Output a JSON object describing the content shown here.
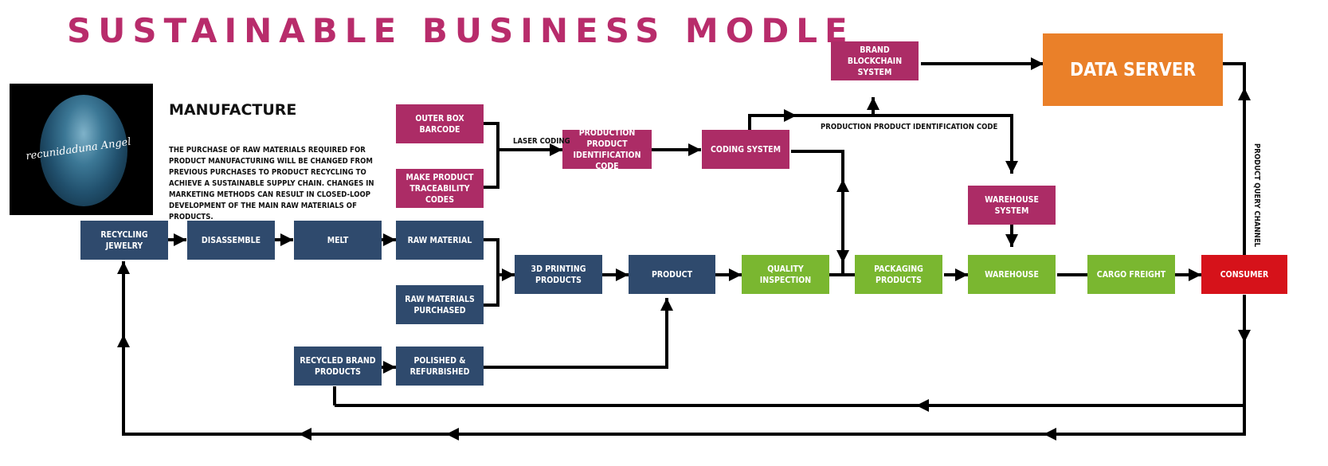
{
  "title": "SUSTAINABLE BUSINESS MODLE",
  "colors": {
    "title": "#b82c6b",
    "navy": "#2f4a6d",
    "magenta": "#ac2c66",
    "green": "#7ab730",
    "red": "#d6121a",
    "orange": "#ea8029"
  },
  "logo": {
    "script_text": "recunidaduna Angel"
  },
  "section": {
    "title": "MANUFACTURE",
    "description": "THE PURCHASE OF RAW MATERIALS REQUIRED FOR PRODUCT MANUFACTURING WILL BE CHANGED FROM PREVIOUS PURCHASES TO PRODUCT RECYCLING TO ACHIEVE A SUSTAINABLE SUPPLY CHAIN. CHANGES IN MARKETING METHODS CAN RESULT IN CLOSED-LOOP DEVELOPMENT OF THE MAIN RAW MATERIALS OF PRODUCTS."
  },
  "nodes": {
    "recycling_jewelry": "RECYCLING JEWELRY",
    "disassemble": "DISASSEMBLE",
    "melt": "MELT",
    "raw_material": "RAW MATERIAL",
    "raw_materials_purchased": "RAW MATERIALS PURCHASED",
    "printing_3d": "3D PRINTING PRODUCTS",
    "product": "PRODUCT",
    "recycled_brand_products": "RECYCLED BRAND PRODUCTS",
    "polished_refurbished": "POLISHED & REFURBISHED",
    "outer_box_barcode": "OUTER BOX BARCODE",
    "make_traceability_codes": "MAKE PRODUCT TRACEABILITY CODES",
    "production_id_code": "PRODUCTION PRODUCT IDENTIFICATION CODE",
    "coding_system": "CODING SYSTEM",
    "brand_blockchain": "BRAND BLOCKCHAIN SYSTEM",
    "data_server": "DATA SERVER",
    "warehouse_system": "WAREHOUSE SYSTEM",
    "quality_inspection": "QUALITY INSPECTION",
    "packaging_products": "PACKAGING PRODUCTS",
    "warehouse": "WAREHOUSE",
    "cargo_freight": "CARGO FREIGHT",
    "consumer": "CONSUMER"
  },
  "edge_labels": {
    "laser_coding": "LASER CODING",
    "production_id_code": "PRODUCTION PRODUCT IDENTIFICATION CODE",
    "product_query_channel": "PRODUCT QUERY CHANNEL"
  }
}
